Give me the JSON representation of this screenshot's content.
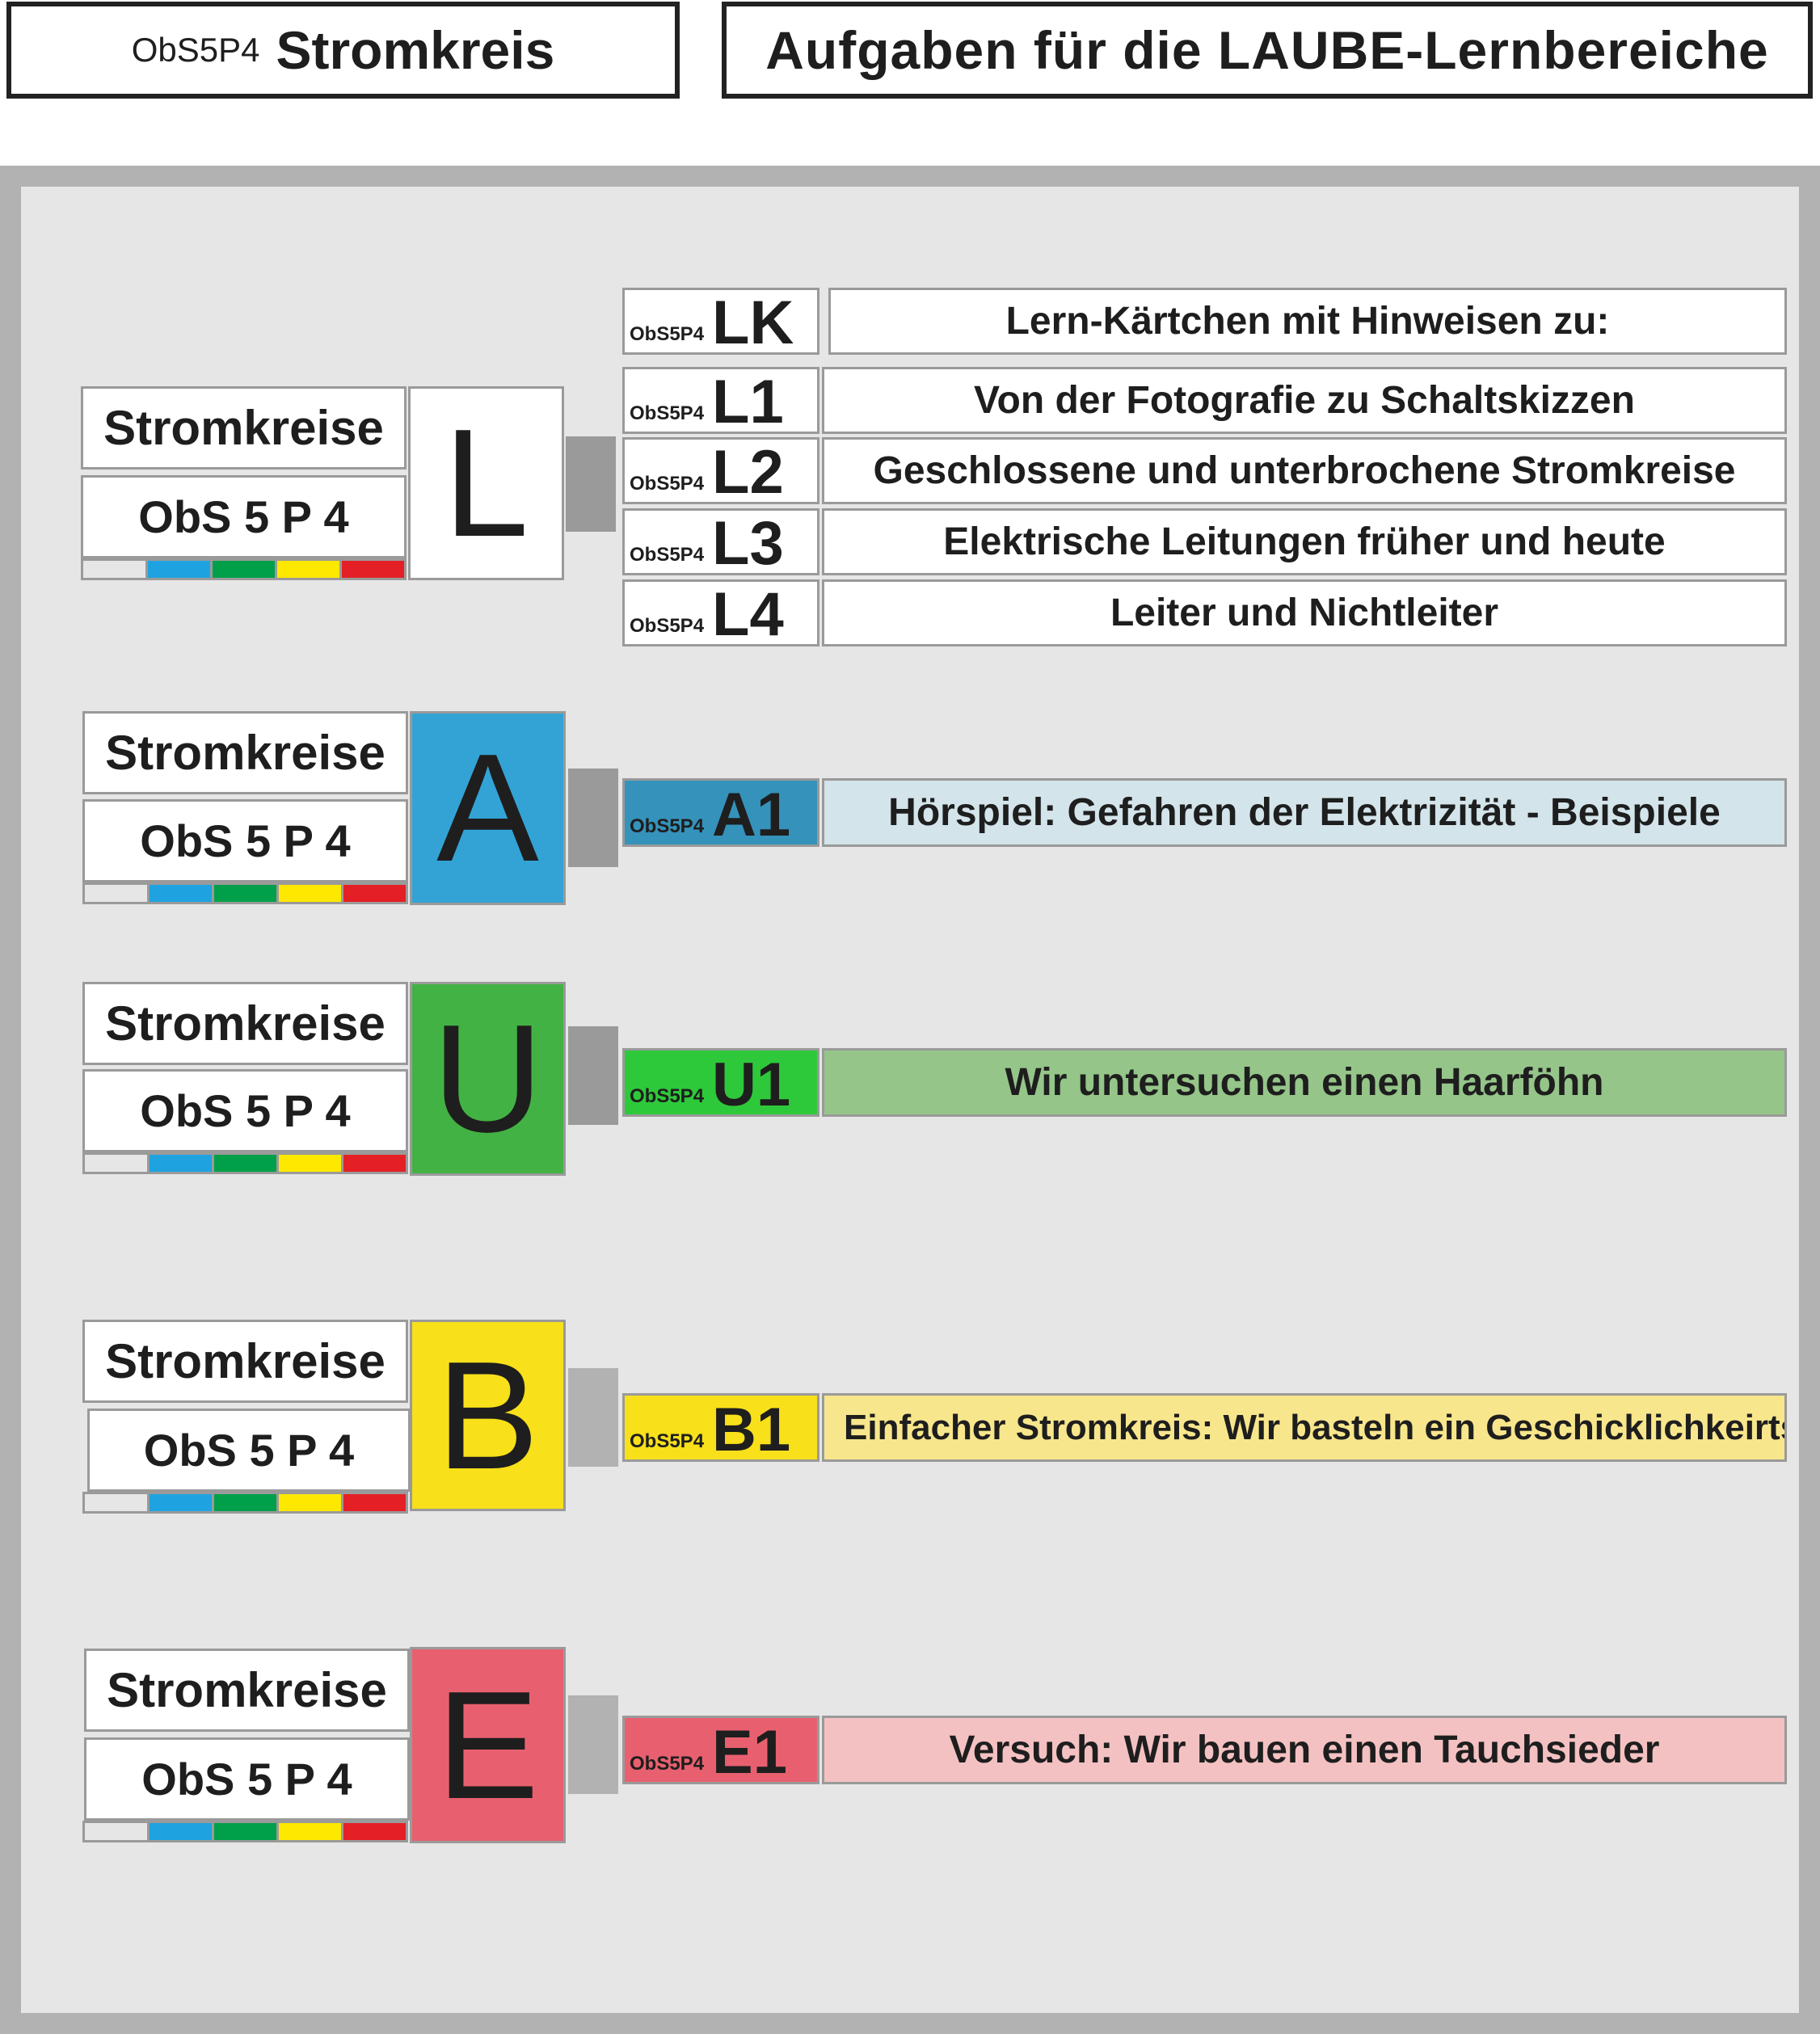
{
  "header": {
    "code": "ObS5P4",
    "topic": "Stromkreis",
    "title": "Aufgaben für die LAUBE-Lernbereiche"
  },
  "unit": {
    "name": "Stromkreise",
    "code": "ObS 5 P 4",
    "strip_colors": [
      "#e6e6e6",
      "#1fa3e0",
      "#00a04a",
      "#ffe800",
      "#e42026"
    ]
  },
  "areas": [
    {
      "letter": "L",
      "color": "#ffffff",
      "tasks": [
        {
          "prefix": "ObS5P4",
          "id": "LK",
          "text": "Lern-Kärtchen mit Hinweisen zu:",
          "code_bg": "#ffffff",
          "text_bg": "#ffffff"
        },
        {
          "prefix": "ObS5P4",
          "id": "L1",
          "text": "Von der Fotografie zu Schaltskizzen",
          "code_bg": "#ffffff",
          "text_bg": "#ffffff"
        },
        {
          "prefix": "ObS5P4",
          "id": "L2",
          "text": "Geschlossene und unterbrochene Stromkreise",
          "code_bg": "#ffffff",
          "text_bg": "#ffffff"
        },
        {
          "prefix": "ObS5P4",
          "id": "L3",
          "text": "Elektrische Leitungen früher und heute",
          "code_bg": "#ffffff",
          "text_bg": "#ffffff"
        },
        {
          "prefix": "ObS5P4",
          "id": "L4",
          "text": "Leiter und Nichtleiter",
          "code_bg": "#ffffff",
          "text_bg": "#ffffff"
        }
      ]
    },
    {
      "letter": "A",
      "color": "#33a3d6",
      "tasks": [
        {
          "prefix": "ObS5P4",
          "id": "A1",
          "text": "Hörspiel: Gefahren der Elektrizität - Beispiele",
          "code_bg": "#3592bb",
          "text_bg": "#d3e4ea"
        }
      ]
    },
    {
      "letter": "U",
      "color": "#43b244",
      "tasks": [
        {
          "prefix": "ObS5P4",
          "id": "U1",
          "text": "Wir untersuchen einen Haarföhn",
          "code_bg": "#2ec93a",
          "text_bg": "#95c589"
        }
      ]
    },
    {
      "letter": "B",
      "color": "#f8e01a",
      "tasks": [
        {
          "prefix": "ObS5P4",
          "id": "B1",
          "text": "Einfacher Stromkreis: Wir basteln ein Geschicklichkeirtspiel",
          "code_bg": "#f8e01a",
          "text_bg": "#f8e68c"
        }
      ]
    },
    {
      "letter": "E",
      "color": "#e8606f",
      "tasks": [
        {
          "prefix": "ObS5P4",
          "id": "E1",
          "text": "Versuch: Wir bauen einen Tauchsieder",
          "code_bg": "#e8606f",
          "text_bg": "#f4c1c2"
        }
      ]
    }
  ]
}
